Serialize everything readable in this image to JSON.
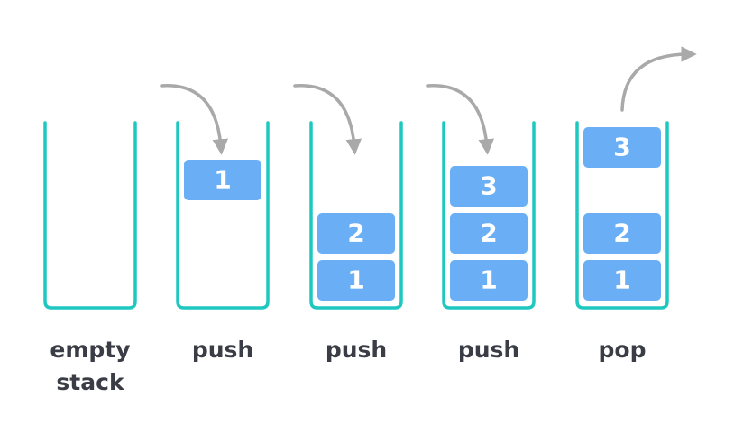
{
  "colors": {
    "container": "#1ec8c1",
    "box_fill": "#6aaff6",
    "box_text": "#ffffff",
    "arrow": "#a9a9a9",
    "caption": "#3a3d45"
  },
  "stacks": [
    {
      "caption_lines": [
        "empty",
        "stack"
      ],
      "boxes": [],
      "arrow": "none"
    },
    {
      "caption_lines": [
        "push"
      ],
      "boxes": [
        {
          "label": "1",
          "state": "entering"
        }
      ],
      "arrow": "in"
    },
    {
      "caption_lines": [
        "push"
      ],
      "boxes": [
        {
          "label": "2",
          "state": "stacked"
        },
        {
          "label": "1",
          "state": "stacked"
        }
      ],
      "arrow": "in"
    },
    {
      "caption_lines": [
        "push"
      ],
      "boxes": [
        {
          "label": "3",
          "state": "stacked"
        },
        {
          "label": "2",
          "state": "stacked"
        },
        {
          "label": "1",
          "state": "stacked"
        }
      ],
      "arrow": "in"
    },
    {
      "caption_lines": [
        "pop"
      ],
      "boxes": [
        {
          "label": "3",
          "state": "leaving"
        },
        {
          "label": "2",
          "state": "stacked"
        },
        {
          "label": "1",
          "state": "stacked"
        }
      ],
      "arrow": "out"
    }
  ]
}
